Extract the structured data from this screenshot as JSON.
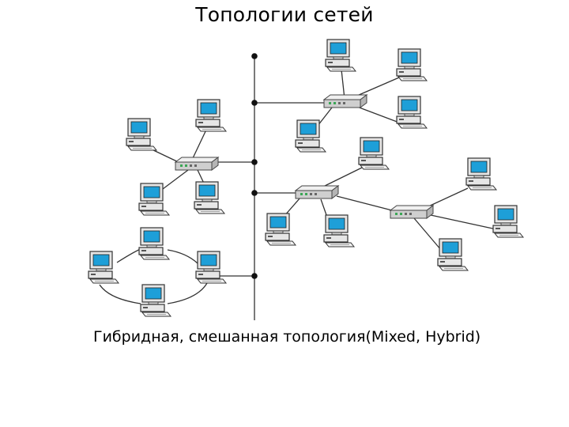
{
  "page": {
    "title": "Топологии сетей",
    "caption": "Гибридная, смешанная топология(Mixed, Hybrid)"
  },
  "diagram": {
    "nodes": [
      {
        "id": "pc1",
        "kind": "computer"
      },
      {
        "id": "pc2",
        "kind": "computer"
      },
      {
        "id": "pc3",
        "kind": "computer"
      },
      {
        "id": "pc4",
        "kind": "computer"
      },
      {
        "id": "pc5",
        "kind": "computer"
      },
      {
        "id": "pc6",
        "kind": "computer"
      },
      {
        "id": "pc7",
        "kind": "computer"
      },
      {
        "id": "pc8",
        "kind": "computer"
      },
      {
        "id": "pc9",
        "kind": "computer"
      },
      {
        "id": "pc10",
        "kind": "computer"
      },
      {
        "id": "pc11",
        "kind": "computer"
      },
      {
        "id": "pc12",
        "kind": "computer"
      },
      {
        "id": "pc13",
        "kind": "computer"
      },
      {
        "id": "pc14",
        "kind": "computer"
      },
      {
        "id": "pc15",
        "kind": "computer"
      },
      {
        "id": "pc16",
        "kind": "computer"
      },
      {
        "id": "pc17",
        "kind": "computer"
      },
      {
        "id": "hub1",
        "kind": "hub"
      },
      {
        "id": "hub2",
        "kind": "hub"
      },
      {
        "id": "hub3",
        "kind": "hub"
      },
      {
        "id": "hub4",
        "kind": "hub"
      }
    ],
    "colors": {
      "screen": "#1e9fd8",
      "case": "#e6e6e6",
      "outline": "#333333",
      "line": "#333333",
      "bus_dot": "#111111"
    }
  }
}
